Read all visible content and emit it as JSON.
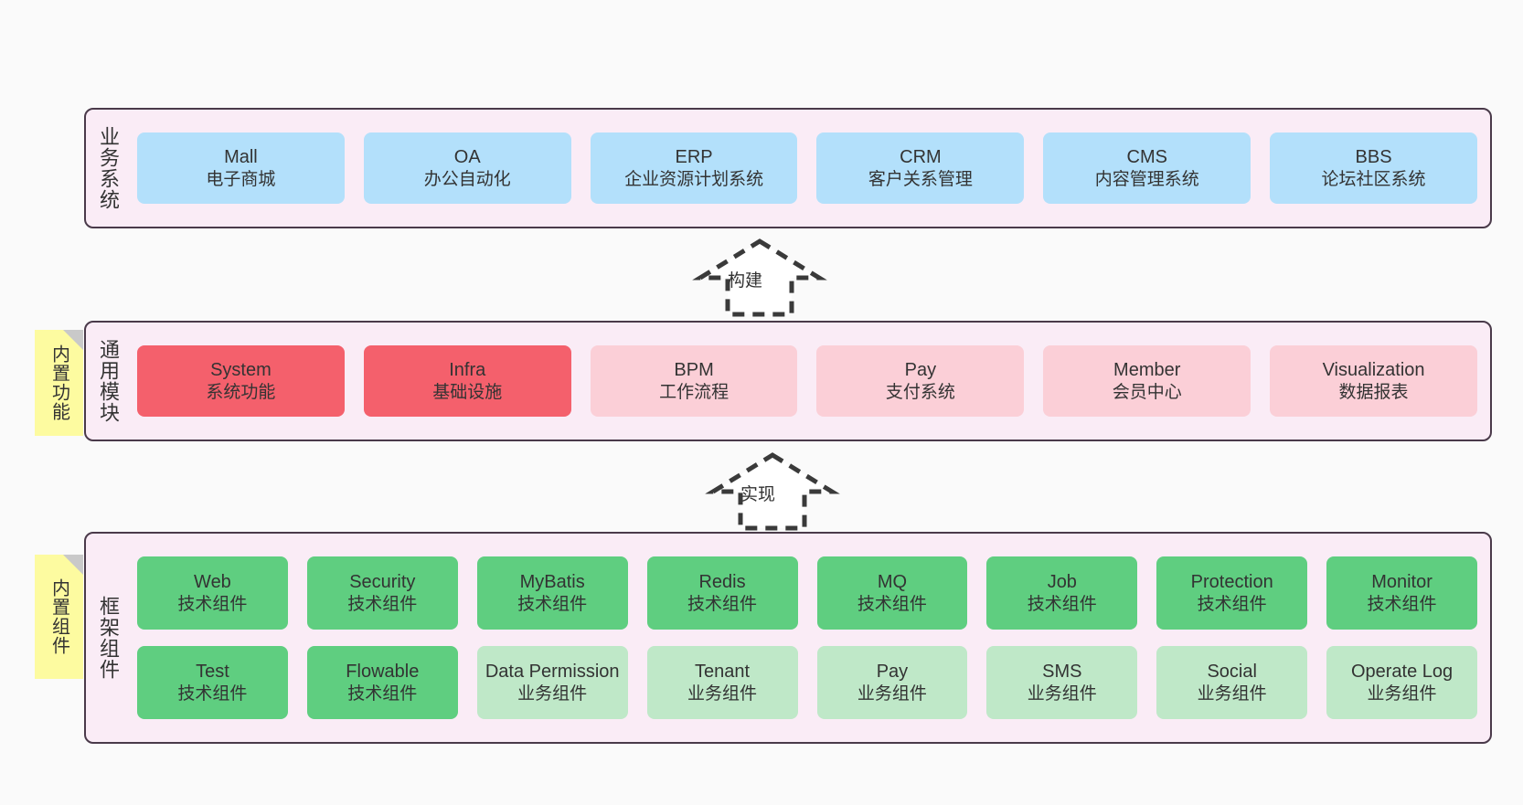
{
  "diagram": {
    "background_color": "#fafafa",
    "panel_fill": "#faecf6",
    "panel_border": "#4a3a4a",
    "note_fill": "#fdfba0",
    "colors": {
      "business": "#b3e0fb",
      "module_core": "#f4606c",
      "module_ext": "#fbcfd7",
      "framework_tech": "#5fce80",
      "framework_biz": "#bfe8c8"
    }
  },
  "business_section": {
    "title": "业务系统",
    "cards": [
      {
        "en": "Mall",
        "cn": "电子商城"
      },
      {
        "en": "OA",
        "cn": "办公自动化"
      },
      {
        "en": "ERP",
        "cn": "企业资源计划系统"
      },
      {
        "en": "CRM",
        "cn": "客户关系管理"
      },
      {
        "en": "CMS",
        "cn": "内容管理系统"
      },
      {
        "en": "BBS",
        "cn": "论坛社区系统"
      }
    ]
  },
  "arrow_build": {
    "label": "构建",
    "style": "dashed-generalization-up"
  },
  "module_section": {
    "title": "通用模块",
    "note": "内置功能",
    "cards": [
      {
        "en": "System",
        "cn": "系统功能",
        "tone": "core"
      },
      {
        "en": "Infra",
        "cn": "基础设施",
        "tone": "core"
      },
      {
        "en": "BPM",
        "cn": "工作流程",
        "tone": "ext"
      },
      {
        "en": "Pay",
        "cn": "支付系统",
        "tone": "ext"
      },
      {
        "en": "Member",
        "cn": "会员中心",
        "tone": "ext"
      },
      {
        "en": "Visualization",
        "cn": "数据报表",
        "tone": "ext"
      }
    ]
  },
  "arrow_implement": {
    "label": "实现",
    "style": "dashed-generalization-up"
  },
  "framework_section": {
    "title": "框架组件",
    "note": "内置组件",
    "row1": [
      {
        "en": "Web",
        "cn": "技术组件"
      },
      {
        "en": "Security",
        "cn": "技术组件"
      },
      {
        "en": "MyBatis",
        "cn": "技术组件"
      },
      {
        "en": "Redis",
        "cn": "技术组件"
      },
      {
        "en": "MQ",
        "cn": "技术组件"
      },
      {
        "en": "Job",
        "cn": "技术组件"
      },
      {
        "en": "Protection",
        "cn": "技术组件"
      },
      {
        "en": "Monitor",
        "cn": "技术组件"
      }
    ],
    "row2": [
      {
        "en": "Test",
        "cn": "技术组件",
        "tone": "tech"
      },
      {
        "en": "Flowable",
        "cn": "技术组件",
        "tone": "tech"
      },
      {
        "en": "Data Permission",
        "cn": "业务组件",
        "tone": "biz"
      },
      {
        "en": "Tenant",
        "cn": "业务组件",
        "tone": "biz"
      },
      {
        "en": "Pay",
        "cn": "业务组件",
        "tone": "biz"
      },
      {
        "en": "SMS",
        "cn": "业务组件",
        "tone": "biz"
      },
      {
        "en": "Social",
        "cn": "业务组件",
        "tone": "biz"
      },
      {
        "en": "Operate Log",
        "cn": "业务组件",
        "tone": "biz"
      }
    ]
  }
}
